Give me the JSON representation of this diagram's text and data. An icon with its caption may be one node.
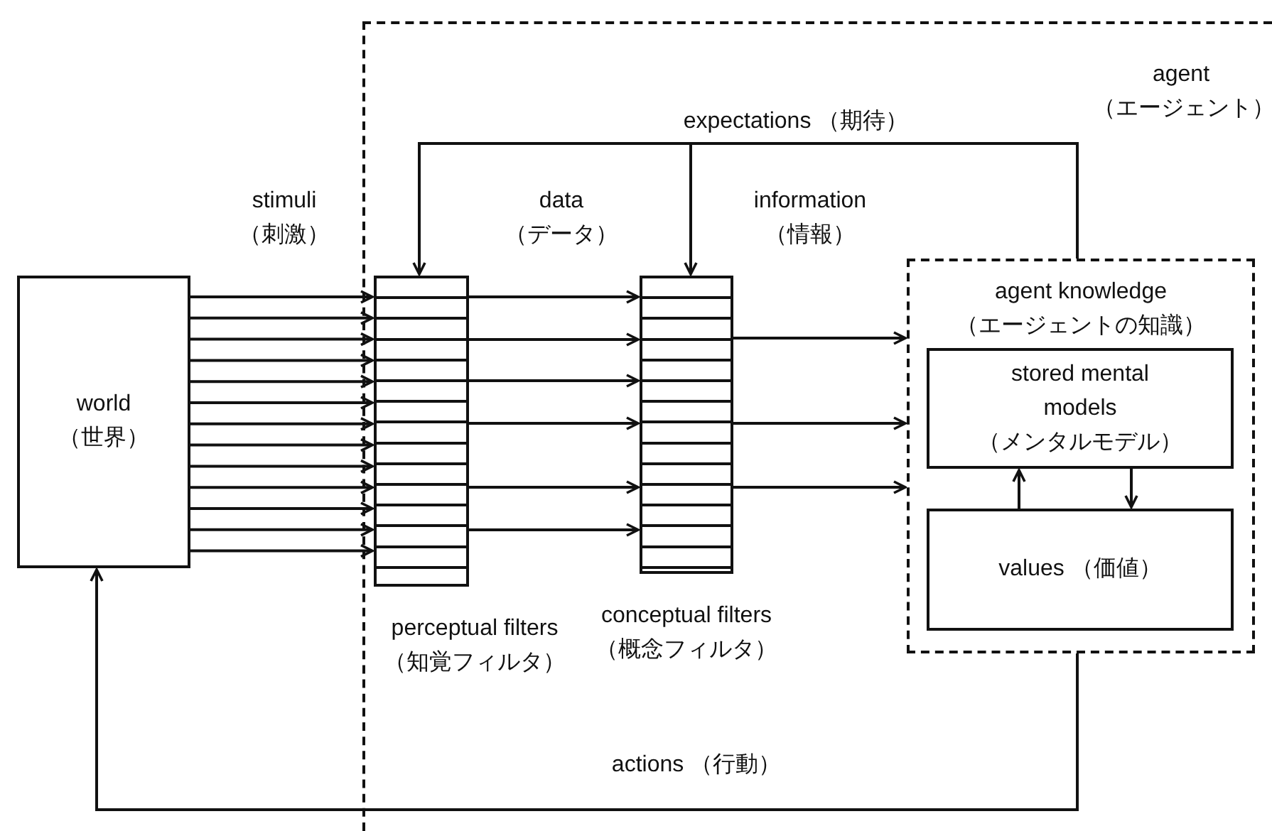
{
  "diagram": {
    "nodes": [
      {
        "text": [
          "world （世界）"
        ]
      },
      {
        "text": [
          "agent （エージェント）"
        ]
      },
      {
        "text": [
          "perceptual filters （知覚フィルタ）"
        ],
        "in": 1
      },
      {
        "text": [
          "conceptual filters （概念フィルタ）"
        ],
        "in": 1
      },
      {
        "text": [
          "agent knowledge （エージェントの知識）"
        ],
        "in": 1
      },
      {
        "text": [
          "stored mental models （メンタルモデル）"
        ],
        "in": 4
      },
      {
        "text": [
          "values （価値）"
        ],
        "in": 4
      }
    ],
    "edges": [
      {
        "from": 0,
        "to": 2,
        "arrow": "to"
      },
      {
        "from": 0,
        "to": 2,
        "arrow": "to"
      },
      {
        "from": 0,
        "to": 2,
        "arrow": "to"
      },
      {
        "from": 0,
        "to": 2,
        "arrow": "to"
      },
      {
        "from": 0,
        "to": 2,
        "arrow": "to"
      },
      {
        "from": 0,
        "to": 2,
        "arrow": "to"
      },
      {
        "from": 0,
        "to": 2,
        "arrow": "to"
      },
      {
        "from": 0,
        "to": 2,
        "arrow": "to"
      },
      {
        "from": 0,
        "to": 2,
        "arrow": "to"
      },
      {
        "from": 0,
        "to": 2,
        "arrow": "to"
      },
      {
        "from": 0,
        "to": 2,
        "arrow": "to"
      },
      {
        "from": 0,
        "to": 2,
        "arrow": "to"
      },
      {
        "from": 0,
        "to": 2,
        "arrow": "to"
      },
      {
        "from": 2,
        "to": 3,
        "arrow": "to"
      },
      {
        "from": 2,
        "to": 3,
        "arrow": "to"
      },
      {
        "from": 2,
        "to": 3,
        "arrow": "to"
      },
      {
        "from": 2,
        "to": 3,
        "arrow": "to"
      },
      {
        "from": 2,
        "to": 3,
        "arrow": "to"
      },
      {
        "from": 2,
        "to": 3,
        "arrow": "to"
      },
      {
        "from": 3,
        "to": 4,
        "arrow": "to"
      },
      {
        "from": 3,
        "to": 4,
        "arrow": "to"
      },
      {
        "from": 3,
        "to": 4,
        "arrow": "to"
      },
      {
        "from": 4,
        "to": 2,
        "arrow": "to"
      },
      {
        "from": 4,
        "to": 3,
        "arrow": "to"
      },
      {
        "from": 5,
        "to": 6,
        "arrow": "to"
      },
      {
        "from": 6,
        "to": 5,
        "arrow": "to"
      },
      {
        "from": 4,
        "to": 0,
        "arrow": "to"
      }
    ],
    "labels": [
      "expectations （期待）",
      "stimuli （刺激）",
      "data （データ）",
      "information （情報）",
      "actions （行動）"
    ]
  }
}
